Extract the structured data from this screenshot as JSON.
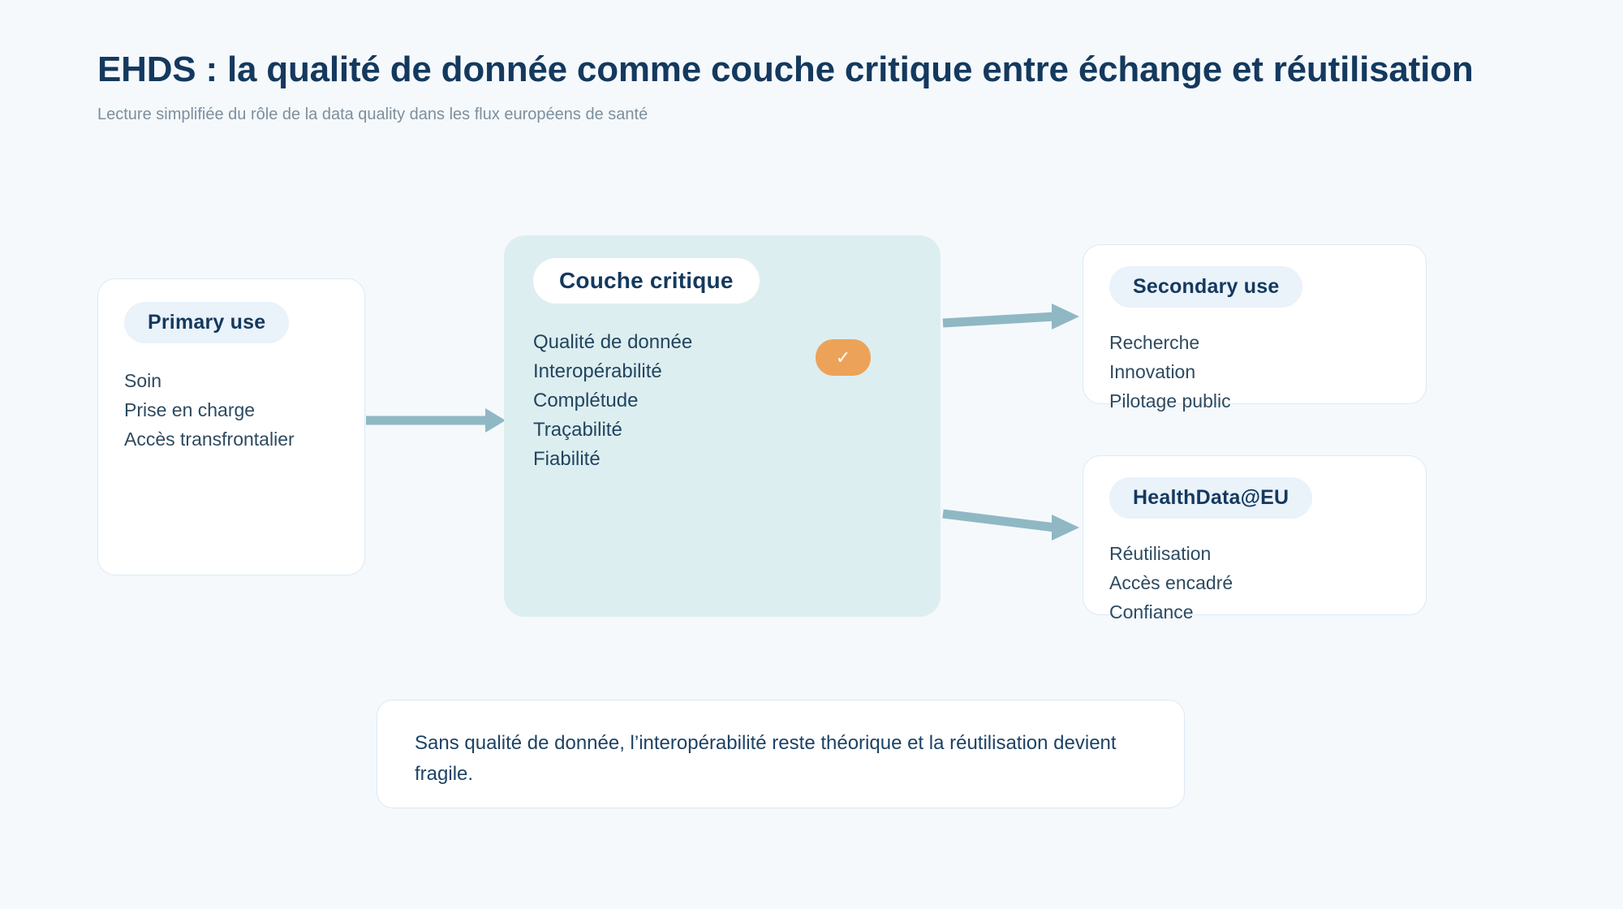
{
  "header": {
    "title": "EHDS : la qualité de donnée comme couche critique entre échange et réutilisation",
    "subtitle": "Lecture simplifiée du rôle de la data quality dans les flux européens de santé"
  },
  "theme": {
    "page_background": "#f5f9fc",
    "title_color": "#14395e",
    "subtitle_color": "#7d8f9d",
    "card_background": "#ffffff",
    "card_border": "#dce9f4",
    "center_panel_background": "#ddeef0",
    "pill_background": "#eaf2fa",
    "pill_text": "#14395e",
    "body_text": "#2d4a60",
    "arrow_color": "#8fb8c4",
    "accent_badge": "#eda259"
  },
  "nodes": {
    "primary": {
      "badge": "Primary use",
      "items": [
        "Soin",
        "Prise en charge",
        "Accès transfrontalier"
      ]
    },
    "center": {
      "badge": "Couche critique",
      "items": [
        "Qualité de donnée",
        "Interopérabilité",
        "Complétude",
        "Traçabilité",
        "Fiabilité"
      ],
      "check_mark": "✓"
    },
    "secondary": {
      "badge": "Secondary use",
      "items": [
        "Recherche",
        "Innovation",
        "Pilotage public"
      ]
    },
    "healthdata": {
      "badge": "HealthData@EU",
      "items": [
        "Réutilisation",
        "Accès encadré",
        "Confiance"
      ]
    }
  },
  "note": {
    "text": "Sans qualité de donnée, l’interopérabilité reste théorique et la réutilisation devient fragile."
  },
  "connectors": [
    {
      "name": "primary-to-center"
    },
    {
      "name": "center-to-secondary"
    },
    {
      "name": "center-to-healthdata"
    }
  ]
}
